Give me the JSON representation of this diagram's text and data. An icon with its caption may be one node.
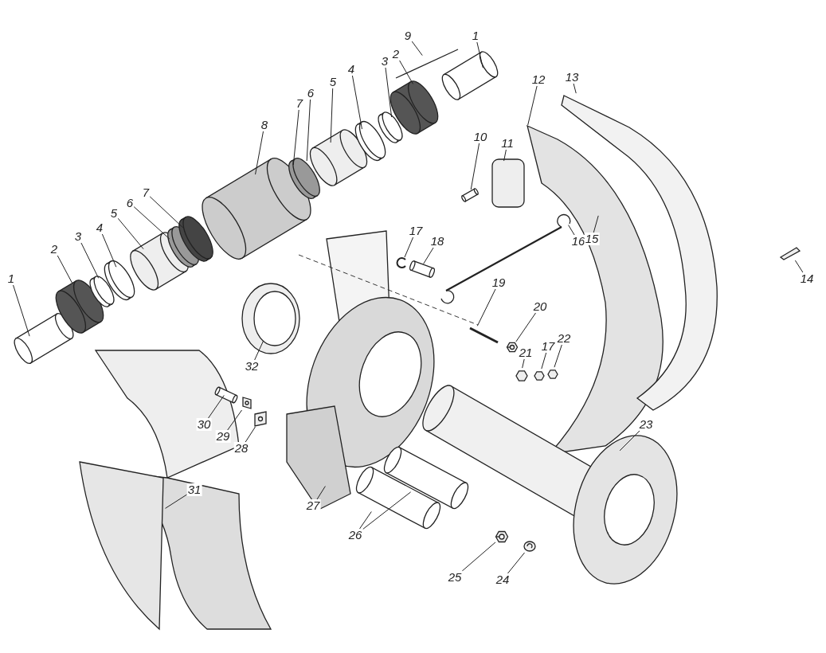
{
  "diagram": {
    "nodes": [
      {
        "text": [
          "1"
        ]
      },
      {
        "text": [
          "9"
        ]
      },
      {
        "text": [
          "2"
        ]
      },
      {
        "text": [
          "3"
        ]
      },
      {
        "text": [
          "4"
        ]
      },
      {
        "text": [
          "5"
        ]
      },
      {
        "text": [
          "6"
        ]
      },
      {
        "text": [
          "7"
        ]
      },
      {
        "text": [
          "8"
        ]
      },
      {
        "text": [
          "1"
        ]
      },
      {
        "text": [
          "2"
        ]
      },
      {
        "text": [
          "3"
        ]
      },
      {
        "text": [
          "4"
        ]
      },
      {
        "text": [
          "5"
        ]
      },
      {
        "text": [
          "6"
        ]
      },
      {
        "text": [
          "7"
        ]
      },
      {
        "text": [
          "12"
        ]
      },
      {
        "text": [
          "13"
        ]
      },
      {
        "text": [
          "10"
        ]
      },
      {
        "text": [
          "11"
        ]
      },
      {
        "text": [
          "16"
        ]
      },
      {
        "text": [
          "15"
        ]
      },
      {
        "text": [
          "14"
        ]
      },
      {
        "text": [
          "17"
        ]
      },
      {
        "text": [
          "18"
        ]
      },
      {
        "text": [
          "19"
        ]
      },
      {
        "text": [
          "20"
        ]
      },
      {
        "text": [
          "21"
        ]
      },
      {
        "text": [
          "17"
        ]
      },
      {
        "text": [
          "22"
        ]
      },
      {
        "text": [
          "32"
        ]
      },
      {
        "text": [
          "30"
        ]
      },
      {
        "text": [
          "29"
        ]
      },
      {
        "text": [
          "28"
        ]
      },
      {
        "text": [
          "31"
        ]
      },
      {
        "text": [
          "27"
        ]
      },
      {
        "text": [
          "26"
        ]
      },
      {
        "text": [
          "23"
        ]
      },
      {
        "text": [
          "25"
        ]
      },
      {
        "text": [
          "24"
        ]
      },
      {
        "text": [],
        "shape": "picture"
      },
      {
        "text": [],
        "shape": "picture"
      },
      {
        "text": [],
        "shape": "picture"
      },
      {
        "text": [],
        "shape": "picture"
      },
      {
        "text": [],
        "shape": "picture"
      },
      {
        "text": [],
        "shape": "picture"
      },
      {
        "text": [],
        "shape": "picture"
      },
      {
        "text": [],
        "shape": "picture"
      }
    ],
    "edges": [
      {
        "from": 0,
        "to": null,
        "arrow": "none"
      },
      {
        "from": 1,
        "to": null,
        "arrow": "none"
      },
      {
        "from": 2,
        "to": null,
        "arrow": "none"
      },
      {
        "from": 3,
        "to": null,
        "arrow": "none"
      },
      {
        "from": 4,
        "to": null,
        "arrow": "none"
      },
      {
        "from": 5,
        "to": null,
        "arrow": "none"
      },
      {
        "from": 6,
        "to": null,
        "arrow": "none"
      },
      {
        "from": 7,
        "to": null,
        "arrow": "none"
      },
      {
        "from": 8,
        "to": null,
        "arrow": "none"
      },
      {
        "from": 9,
        "to": null,
        "arrow": "none"
      },
      {
        "from": 10,
        "to": null,
        "arrow": "none"
      },
      {
        "from": 11,
        "to": null,
        "arrow": "none"
      },
      {
        "from": 12,
        "to": null,
        "arrow": "none"
      },
      {
        "from": 13,
        "to": null,
        "arrow": "none"
      },
      {
        "from": 14,
        "to": null,
        "arrow": "none"
      },
      {
        "from": 15,
        "to": null,
        "arrow": "none"
      },
      {
        "from": 16,
        "to": null,
        "arrow": "none"
      },
      {
        "from": 17,
        "to": null,
        "arrow": "none"
      },
      {
        "from": 18,
        "to": 40,
        "arrow": "none"
      },
      {
        "from": 19,
        "to": null,
        "arrow": "none"
      },
      {
        "from": 20,
        "to": null,
        "arrow": "none"
      },
      {
        "from": 21,
        "to": null,
        "arrow": "none"
      },
      {
        "from": 22,
        "to": 41,
        "arrow": "none"
      },
      {
        "from": 23,
        "to": 42,
        "arrow": "none"
      },
      {
        "from": 24,
        "to": null,
        "arrow": "none"
      },
      {
        "from": 25,
        "to": null,
        "arrow": "none"
      },
      {
        "from": 26,
        "to": 43,
        "arrow": "none"
      },
      {
        "from": 27,
        "to": null,
        "arrow": "none"
      },
      {
        "from": 28,
        "to": null,
        "arrow": "none"
      },
      {
        "from": 29,
        "to": null,
        "arrow": "none"
      },
      {
        "from": 30,
        "to": null,
        "arrow": "none"
      },
      {
        "from": 31,
        "to": null,
        "arrow": "none"
      },
      {
        "from": 32,
        "to": 44,
        "arrow": "none"
      },
      {
        "from": 33,
        "to": 45,
        "arrow": "none"
      },
      {
        "from": 34,
        "to": null,
        "arrow": "none"
      },
      {
        "from": 35,
        "to": null,
        "arrow": "none"
      },
      {
        "from": 36,
        "to": null,
        "arrow": "none"
      },
      {
        "from": 36,
        "to": null,
        "arrow": "none"
      },
      {
        "from": 37,
        "to": null,
        "arrow": "none"
      },
      {
        "from": 38,
        "to": 46,
        "arrow": "none"
      },
      {
        "from": 39,
        "to": 47,
        "arrow": "none"
      }
    ]
  }
}
